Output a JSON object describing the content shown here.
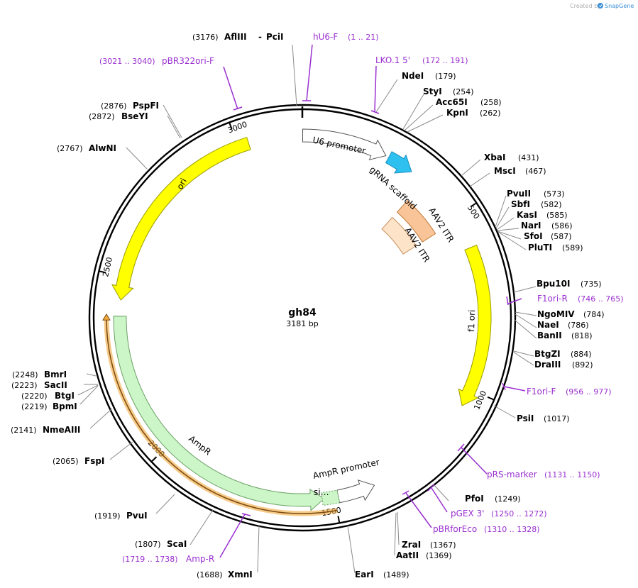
{
  "credit": {
    "prefix": "Created by",
    "brand": "SnapGene"
  },
  "plasmid": {
    "name": "gh84",
    "length_label": "3181 bp",
    "length": 3181
  },
  "ticks": [
    {
      "label": "500",
      "bp": 500
    },
    {
      "label": "1000",
      "bp": 1000
    },
    {
      "label": "1500",
      "bp": 1500
    },
    {
      "label": "2000",
      "bp": 2000
    },
    {
      "label": "2500",
      "bp": 2500
    },
    {
      "label": "3000",
      "bp": 3000
    }
  ],
  "features": [
    {
      "name": "U6 promoter",
      "start": 1,
      "end": 241,
      "dir": 1,
      "color": "#ffffff",
      "stroke": "#555555",
      "label": "U6 promoter"
    },
    {
      "name": "gRNA scaffold",
      "start": 250,
      "end": 325,
      "dir": 1,
      "color": "#2ec0ef",
      "stroke": "#1a8fc0",
      "label": "gRNA scaffold"
    },
    {
      "name": "AAV2 ITR outer",
      "start": 370,
      "end": 510,
      "dir": 0,
      "color": "#f9c497",
      "stroke": "#c07a3a",
      "label": "AAV2 ITR"
    },
    {
      "name": "AAV2 ITR inner",
      "start": 370,
      "end": 510,
      "dir": 0,
      "color": "#fde3c8",
      "stroke": "#c89060",
      "label": "AAV2 ITR"
    },
    {
      "name": "f1 ori",
      "start": 595,
      "end": 1050,
      "dir": 1,
      "color": "#ffff00",
      "stroke": "#9a9a00",
      "label": "f1 ori"
    },
    {
      "name": "AmpR promoter",
      "start": 1385,
      "end": 1490,
      "dir": -1,
      "color": "#ffffff",
      "stroke": "#555555",
      "label": "AmpR promoter"
    },
    {
      "name": "AmpR",
      "start": 1530,
      "end": 2390,
      "dir": -1,
      "color": "#ccf5c8",
      "stroke": "#6aa064",
      "label": "AmpR"
    },
    {
      "name": "ori",
      "start": 2435,
      "end": 3030,
      "dir": -1,
      "color": "#ffff00",
      "stroke": "#9a9a00",
      "label": "ori"
    }
  ],
  "signal_label": "si…",
  "enzymes": [
    {
      "name": "AflIII",
      "pos": "(3176)",
      "sep": "-",
      "name2": "PciI"
    },
    {
      "name": "NdeI",
      "pos": "(179)"
    },
    {
      "name": "StyI",
      "pos": "(254)"
    },
    {
      "name": "Acc65I",
      "pos": "(258)"
    },
    {
      "name": "KpnI",
      "pos": "(262)"
    },
    {
      "name": "XbaI",
      "pos": "(431)"
    },
    {
      "name": "MscI",
      "pos": "(467)"
    },
    {
      "name": "PvuII",
      "pos": "(573)"
    },
    {
      "name": "SbfI",
      "pos": "(582)"
    },
    {
      "name": "KasI",
      "pos": "(585)"
    },
    {
      "name": "NarI",
      "pos": "(586)"
    },
    {
      "name": "SfoI",
      "pos": "(587)"
    },
    {
      "name": "PluTI",
      "pos": "(589)"
    },
    {
      "name": "Bpu10I",
      "pos": "(735)"
    },
    {
      "name": "NgoMIV",
      "pos": "(784)"
    },
    {
      "name": "NaeI",
      "pos": "(786)"
    },
    {
      "name": "BanII",
      "pos": "(818)"
    },
    {
      "name": "BtgZI",
      "pos": "(884)"
    },
    {
      "name": "DraIII",
      "pos": "(892)"
    },
    {
      "name": "PsiI",
      "pos": "(1017)"
    },
    {
      "name": "PfoI",
      "pos": "(1249)"
    },
    {
      "name": "ZraI",
      "pos": "(1367)"
    },
    {
      "name": "AatII",
      "pos": "(1369)"
    },
    {
      "name": "EarI",
      "pos": "(1489)"
    },
    {
      "name": "XmnI",
      "pos": "(1688)"
    },
    {
      "name": "ScaI",
      "pos": "(1807)"
    },
    {
      "name": "PvuI",
      "pos": "(1919)"
    },
    {
      "name": "FspI",
      "pos": "(2065)"
    },
    {
      "name": "NmeAIII",
      "pos": "(2141)"
    },
    {
      "name": "BpmI",
      "pos": "(2219)"
    },
    {
      "name": "BtgI",
      "pos": "(2220)"
    },
    {
      "name": "SacII",
      "pos": "(2223)"
    },
    {
      "name": "BmrI",
      "pos": "(2248)"
    },
    {
      "name": "AlwNI",
      "pos": "(2767)"
    },
    {
      "name": "BseYI",
      "pos": "(2872)"
    },
    {
      "name": "PspFI",
      "pos": "(2876)"
    }
  ],
  "primers": [
    {
      "name": "hU6-F",
      "range": "(1 .. 21)"
    },
    {
      "name": "LKO.1 5'",
      "range": "(172 .. 191)"
    },
    {
      "name": "F1ori-R",
      "range": "(746 .. 765)"
    },
    {
      "name": "F1ori-F",
      "range": "(956 .. 977)"
    },
    {
      "name": "pRS-marker",
      "range": "(1131 .. 1150)"
    },
    {
      "name": "pGEX 3'",
      "range": "(1250 .. 1272)"
    },
    {
      "name": "pBRforEco",
      "range": "(1310 .. 1328)"
    },
    {
      "name": "Amp-R",
      "range": "(1719 .. 1738)"
    },
    {
      "name": "pBR322ori-F",
      "range": "(3021 .. 3040)"
    }
  ],
  "colors": {
    "primer": "#9a2fd0",
    "backbone": "#000000",
    "ampr_highlight": "#f2a93b"
  }
}
